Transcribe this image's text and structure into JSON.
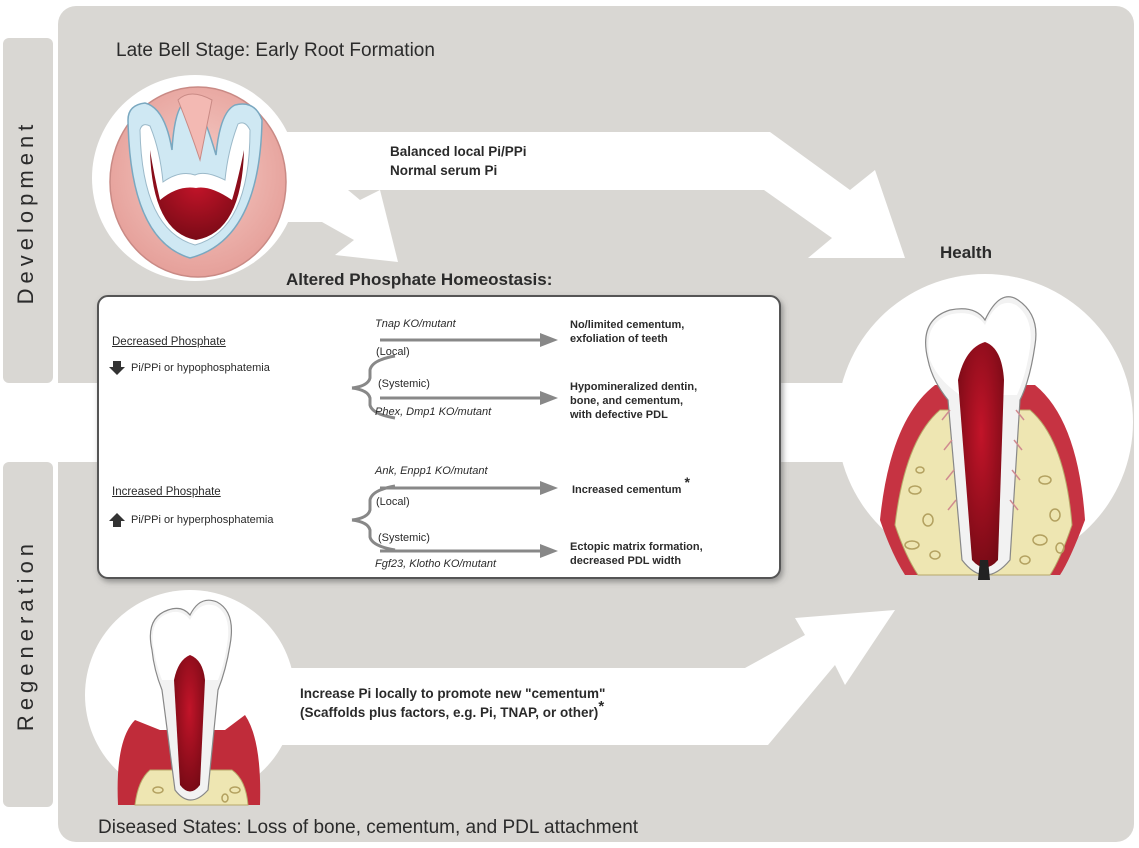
{
  "development": {
    "side_label": "Development",
    "stage_title": "Late Bell Stage: Early Root Formation",
    "arrow_line1": "Balanced local Pi/PPi",
    "arrow_line2": "Normal serum Pi"
  },
  "health": {
    "label": "Health"
  },
  "altered": {
    "title": "Altered Phosphate Homeostasis:",
    "decreased": {
      "heading": "Decreased Phosphate",
      "desc": "Pi/PPi or hypophosphatemia",
      "local_gene": "Tnap KO/mutant",
      "local_label": "(Local)",
      "systemic_label": "(Systemic)",
      "systemic_gene": "Phex, Dmp1 KO/mutant",
      "local_outcome_1": "No/limited cementum,",
      "local_outcome_2": "exfoliation of teeth",
      "systemic_outcome_1": "Hypomineralized dentin,",
      "systemic_outcome_2": "bone, and cementum,",
      "systemic_outcome_3": "with defective PDL"
    },
    "increased": {
      "heading": "Increased Phosphate",
      "desc": "Pi/PPi or hyperphosphatemia",
      "local_gene": "Ank, Enpp1 KO/mutant",
      "local_label": "(Local)",
      "systemic_label": "(Systemic)",
      "systemic_gene": "Fgf23, Klotho KO/mutant",
      "local_outcome": "Increased cementum",
      "local_outcome_star": "*",
      "systemic_outcome_1": "Ectopic matrix formation,",
      "systemic_outcome_2": "decreased PDL width"
    }
  },
  "regeneration": {
    "side_label": "Regeneration",
    "arrow_line1": "Increase Pi locally to promote new \"cementum\"",
    "arrow_line2": "(Scaffolds plus factors, e.g. Pi, TNAP, or other)",
    "arrow_star": "*",
    "stage_title": "Diseased States: Loss of bone, cementum, and PDL attachment"
  },
  "colors": {
    "background_panel": "#d9d7d3",
    "arrow_fill": "#ffffff",
    "gum_pink": "#e8a5a0",
    "pulp_red": "#8c0f1c",
    "enamel_white": "#fbfbfb",
    "bone_yellow": "#eee6b2",
    "gingiva_red": "#c63342"
  }
}
